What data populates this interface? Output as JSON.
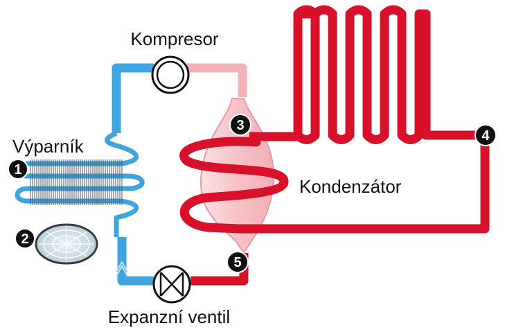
{
  "labels": {
    "compressor": "Kompresor",
    "evaporator": "Výparník",
    "condenser": "Kondenzátor",
    "expansion_valve": "Expanzní ventil"
  },
  "badges": {
    "b1": "1",
    "b2": "2",
    "b3": "3",
    "b4": "4",
    "b5": "5"
  },
  "colors": {
    "cold_pipe": "#3FA4DF",
    "hot_pipe": "#D8102A",
    "warm_pipe": "#F2B3B8",
    "tank_fill": "#F7C9CC",
    "badge": "#111111"
  }
}
